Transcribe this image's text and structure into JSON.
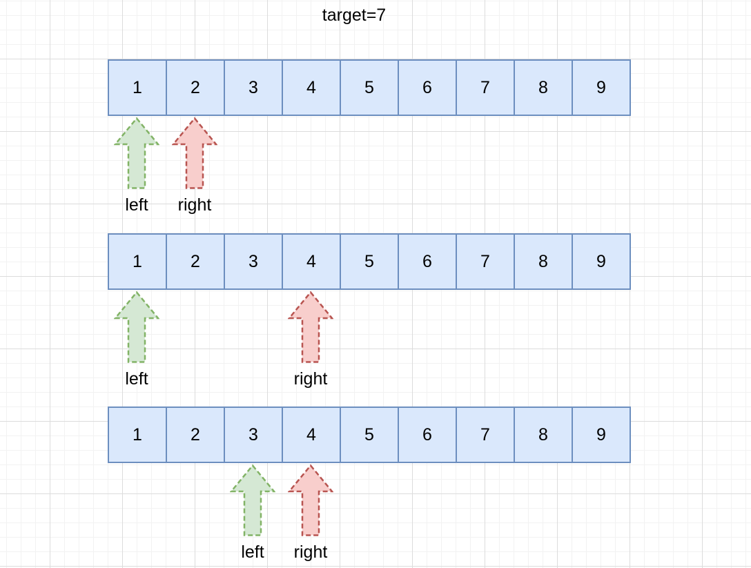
{
  "title": "target=7",
  "array_values": [
    "1",
    "2",
    "3",
    "4",
    "5",
    "6",
    "7",
    "8",
    "9"
  ],
  "colors": {
    "cell_fill": "#dae8fc",
    "cell_border": "#6c8ebf",
    "left_fill": "#d5e8d4",
    "left_border": "#82b366",
    "right_fill": "#f8cecc",
    "right_border": "#b85450"
  },
  "steps": [
    {
      "left_label": "left",
      "right_label": "right",
      "left_index": 0,
      "right_index": 1
    },
    {
      "left_label": "left",
      "right_label": "right",
      "left_index": 0,
      "right_index": 3
    },
    {
      "left_label": "left",
      "right_label": "right",
      "left_index": 2,
      "right_index": 3
    }
  ]
}
